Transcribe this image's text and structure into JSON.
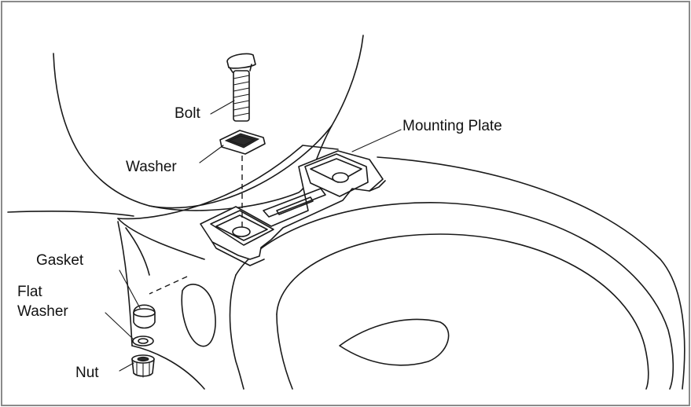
{
  "labels": {
    "bolt": "Bolt",
    "washer": "Washer",
    "mounting_plate": "Mounting Plate",
    "gasket": "Gasket",
    "flat_washer_line1": "Flat",
    "flat_washer_line2": "Washer",
    "nut": "Nut"
  },
  "colors": {
    "frame_border": "#8a8a8a",
    "line": "#1a1a1a",
    "background": "#ffffff"
  }
}
